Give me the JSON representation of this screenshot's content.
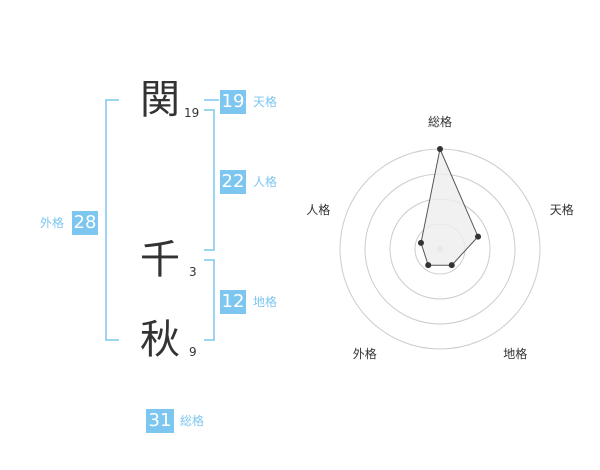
{
  "name": {
    "chars": [
      {
        "char": "関",
        "strokes": "19"
      },
      {
        "char": "千",
        "strokes": "3"
      },
      {
        "char": "秋",
        "strokes": "9"
      }
    ]
  },
  "fortune": {
    "tenkaku": {
      "label": "天格",
      "value": "19"
    },
    "jinkaku": {
      "label": "人格",
      "value": "22"
    },
    "chikaku": {
      "label": "地格",
      "value": "12"
    },
    "gaikaku": {
      "label": "外格",
      "value": "28"
    },
    "soukaku": {
      "label": "総格",
      "value": "31"
    }
  },
  "chart_data": {
    "type": "radar",
    "axes": [
      "総格",
      "天格",
      "地格",
      "外格",
      "人格"
    ],
    "values": [
      5,
      2,
      1,
      1,
      1
    ],
    "rmax": 5,
    "rings": 4,
    "colors": {
      "ring": "#cccccc",
      "fill": "#eeeeee",
      "stroke": "#555555",
      "point": "#333333",
      "bracket": "#7cc6f0"
    }
  }
}
